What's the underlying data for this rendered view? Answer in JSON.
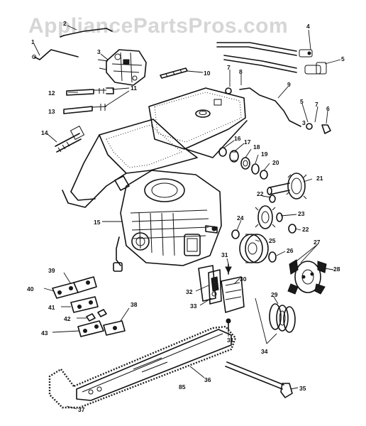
{
  "watermark": "AppliancePartsPros.com",
  "callouts": {
    "c1": "1",
    "c2": "2",
    "c3": "3",
    "c3b": "3",
    "c4": "4",
    "c5": "5",
    "c5b": "5",
    "c6": "6",
    "c7": "7",
    "c7b": "7",
    "c8": "8",
    "c9": "9",
    "c10": "10",
    "c11": "11",
    "c12": "12",
    "c13": "13",
    "c14": "14",
    "c15": "15",
    "c16": "16",
    "c17": "17",
    "c18": "18",
    "c19": "19",
    "c20": "20",
    "c21": "21",
    "c22": "22",
    "c22b": "22",
    "c23": "23",
    "c24": "24",
    "c25": "25",
    "c26": "26",
    "c27": "27",
    "c28": "28",
    "c29": "29",
    "c30": "30",
    "c31": "31",
    "c31b": "31",
    "c32": "32",
    "c33": "33",
    "c34": "34",
    "c35": "35",
    "c36": "36",
    "c37": "37",
    "c38": "38",
    "c39": "39",
    "c40": "40",
    "c41": "41",
    "c42": "42",
    "c43": "43",
    "c85": "85"
  }
}
